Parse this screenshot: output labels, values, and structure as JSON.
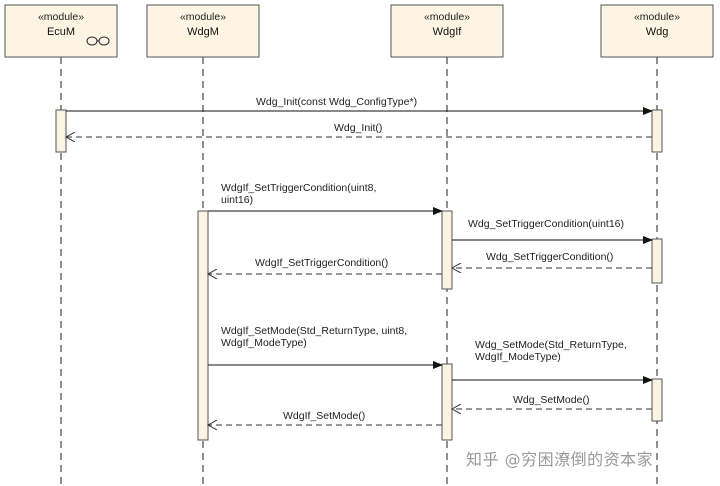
{
  "lifelines": [
    {
      "id": "ecum",
      "stereotype": "«module»",
      "name": "EcuM",
      "has_symbol": true
    },
    {
      "id": "wdgm",
      "stereotype": "«module»",
      "name": "WdgM",
      "has_symbol": false
    },
    {
      "id": "wdgif",
      "stereotype": "«module»",
      "name": "WdgIf",
      "has_symbol": false
    },
    {
      "id": "wdg",
      "stereotype": "«module»",
      "name": "Wdg",
      "has_symbol": false
    }
  ],
  "messages": [
    {
      "id": "m1",
      "from": "ecum",
      "to": "wdg",
      "kind": "call",
      "lines": [
        "Wdg_Init(const Wdg_ConfigType*)"
      ]
    },
    {
      "id": "m2",
      "from": "wdg",
      "to": "ecum",
      "kind": "return",
      "lines": [
        "Wdg_Init()"
      ]
    },
    {
      "id": "m3",
      "from": "wdgm",
      "to": "wdgif",
      "kind": "call",
      "lines": [
        "WdgIf_SetTriggerCondition(uint8,",
        "uint16)"
      ]
    },
    {
      "id": "m4",
      "from": "wdgif",
      "to": "wdg",
      "kind": "call",
      "lines": [
        "Wdg_SetTriggerCondition(uint16)"
      ]
    },
    {
      "id": "m5",
      "from": "wdg",
      "to": "wdgif",
      "kind": "return",
      "lines": [
        "Wdg_SetTriggerCondition()"
      ]
    },
    {
      "id": "m6",
      "from": "wdgif",
      "to": "wdgm",
      "kind": "return",
      "lines": [
        "WdgIf_SetTriggerCondition()"
      ]
    },
    {
      "id": "m7",
      "from": "wdgm",
      "to": "wdgif",
      "kind": "call",
      "lines": [
        "WdgIf_SetMode(Std_ReturnType, uint8,",
        "WdgIf_ModeType)"
      ]
    },
    {
      "id": "m8",
      "from": "wdgif",
      "to": "wdg",
      "kind": "call",
      "lines": [
        "Wdg_SetMode(Std_ReturnType,",
        "WdgIf_ModeType)"
      ]
    },
    {
      "id": "m9",
      "from": "wdg",
      "to": "wdgif",
      "kind": "return",
      "lines": [
        "Wdg_SetMode()"
      ]
    },
    {
      "id": "m10",
      "from": "wdgif",
      "to": "wdgm",
      "kind": "return",
      "lines": [
        "WdgIf_SetMode()"
      ]
    }
  ],
  "watermark": "知乎 @穷困潦倒的资本家",
  "colors": {
    "header_fill": "#fdf4e3",
    "activation_fill": "#fcf3e2",
    "stroke": "#555555",
    "line": "#222222"
  }
}
